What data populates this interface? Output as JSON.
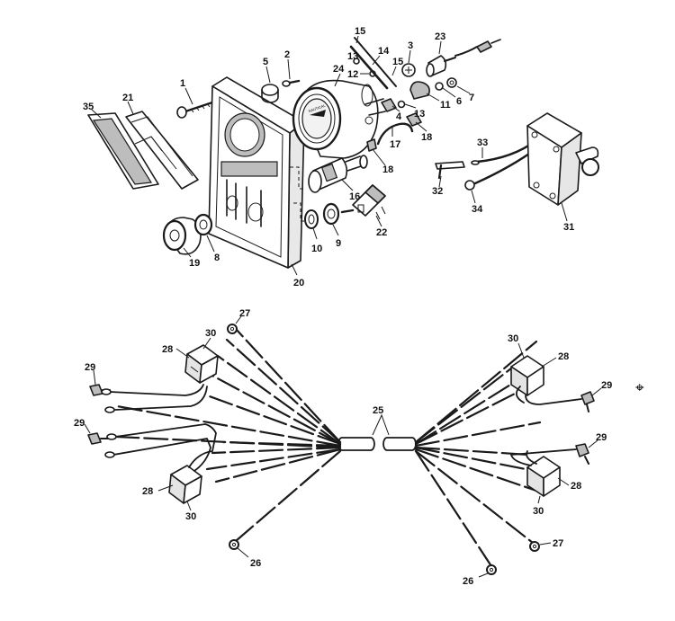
{
  "callouts": {
    "c1": "1",
    "c2": "2",
    "c3": "3",
    "c4": "4",
    "c5": "5",
    "c6": "6",
    "c7": "7",
    "c8": "8",
    "c9": "9",
    "c10": "10",
    "c11": "11",
    "c12": "12",
    "c13a": "13",
    "c13b": "13",
    "c14": "14",
    "c15a": "15",
    "c15b": "15",
    "c16": "16",
    "c17": "17",
    "c18a": "18",
    "c18b": "18",
    "c19": "19",
    "c20": "20",
    "c21": "21",
    "c22": "22",
    "c23": "23",
    "c24": "24",
    "c25": "25",
    "c26a": "26",
    "c26b": "26",
    "c27a": "27",
    "c27b": "27",
    "c28a": "28",
    "c28b": "28",
    "c28c": "28",
    "c28d": "28",
    "c29a": "29",
    "c29b": "29",
    "c29c": "29",
    "c29d": "29",
    "c30a": "30",
    "c30b": "30",
    "c30c": "30",
    "c30d": "30",
    "c31": "31",
    "c32": "32",
    "c33": "33",
    "c34": "34",
    "c35": "35"
  },
  "gauge_face_text": "NAUTICAL",
  "registration_mark": "⌖"
}
